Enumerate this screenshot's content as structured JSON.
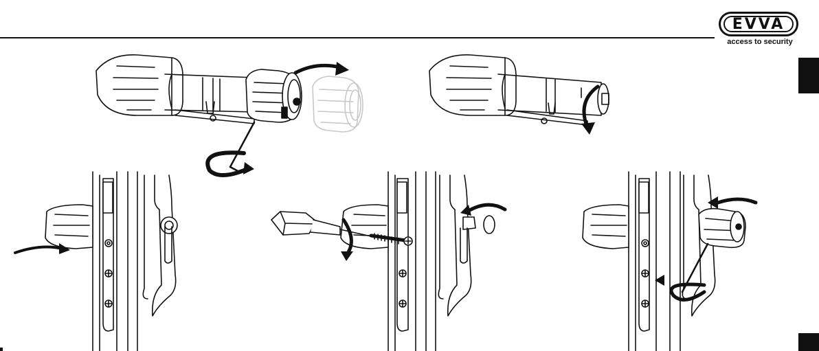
{
  "brand": {
    "name": "EVVA",
    "tagline": "access to security"
  },
  "steps": [
    {
      "id": "remove-knob-with-hex-key"
    },
    {
      "id": "rotate-cylinder-end"
    },
    {
      "id": "insert-cylinder-into-door"
    },
    {
      "id": "fix-with-screw"
    },
    {
      "id": "refit-knob-and-tighten"
    }
  ],
  "colors": {
    "ink": "#111111",
    "faded": "#c8c8c8",
    "paper": "#ffffff"
  }
}
